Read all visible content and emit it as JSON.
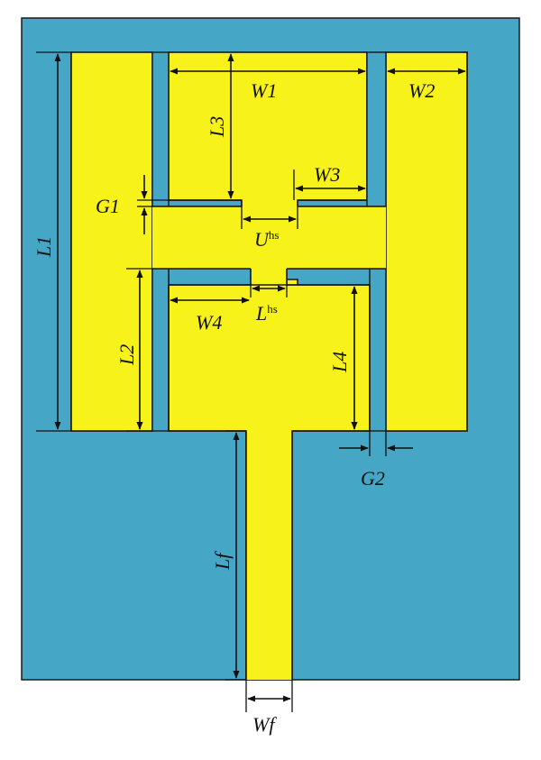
{
  "colors": {
    "substrate": "#45A6C6",
    "patch": "#F7F219",
    "outline": "#1A1A1A",
    "dimension": "#111111"
  },
  "labels": {
    "W1": "W1",
    "W2": "W2",
    "W3": "W3",
    "W4": "W4",
    "L1": "L1",
    "L2": "L2",
    "L3": "L3",
    "L4": "L4",
    "G1": "G1",
    "G2": "G2",
    "Lf": "Lf",
    "Wf": "Wf",
    "Uhs_main": "U",
    "Uhs_sup": "hs",
    "Lhs_main": "L",
    "Lhs_sup": "hs"
  }
}
